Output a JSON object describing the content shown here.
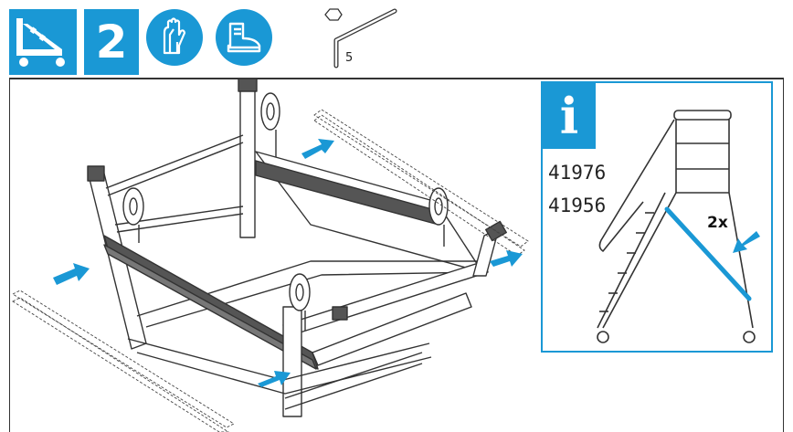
{
  "header": {
    "step_number": "2",
    "icons": [
      "ladder-assembly-icon",
      "gloves-icon",
      "safety-boot-icon",
      "hex-key-icon"
    ],
    "tool_size": "5"
  },
  "info": {
    "symbol": "i",
    "article_numbers": [
      "41976",
      "41956"
    ],
    "quantity": "2x"
  },
  "colors": {
    "accent": "#1a98d5",
    "line": "#333333",
    "strut": "#555555"
  }
}
